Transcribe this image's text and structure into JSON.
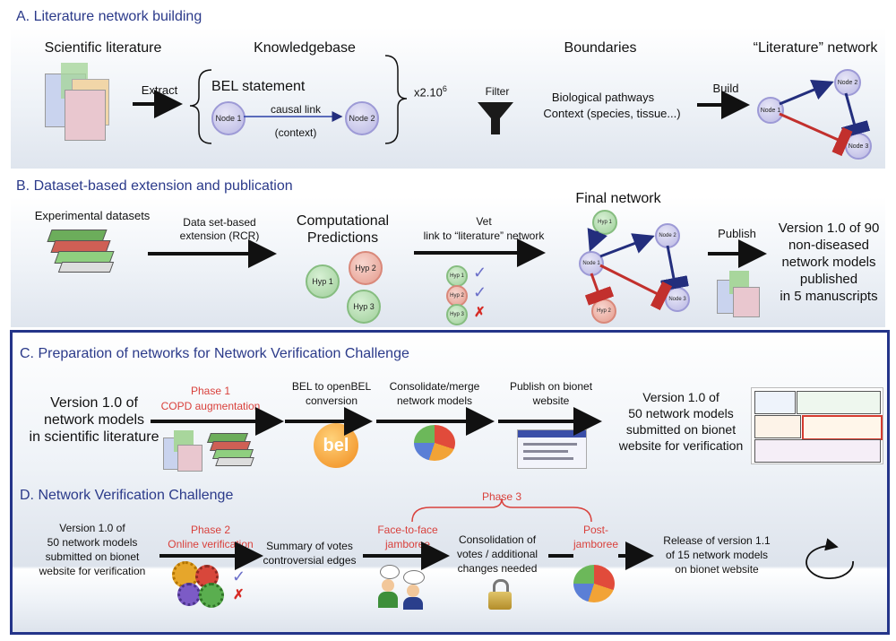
{
  "panelA": {
    "title": "A. Literature network building",
    "sci_lit": "Scientific literature",
    "extract": "Extract",
    "knowledgebase": "Knowledgebase",
    "bel_statement": "BEL statement",
    "node1": "Node 1",
    "node2": "Node 2",
    "causal_link": "causal link",
    "context": "(context)",
    "multiplier": "x2.10",
    "multiplier_exp": "6",
    "filter": "Filter",
    "boundaries": "Boundaries",
    "bio_pathways": "Biological pathways",
    "context_species": "Context (species, tissue...)",
    "build": "Build",
    "lit_network": "“Literature” network",
    "net_nodes": [
      "Node 1",
      "Node 2",
      "Node 3"
    ]
  },
  "panelB": {
    "title": "B. Dataset-based extension and publication",
    "exp_datasets": "Experimental datasets",
    "ext_line1": "Data set-based",
    "ext_line2": "extension (RCR)",
    "comp_line1": "Computational",
    "comp_line2": "Predictions",
    "hyps": [
      "Hyp 1",
      "Hyp 2",
      "Hyp 3"
    ],
    "vet": "Vet",
    "vet_line2": "link to “literature” network",
    "final_network": "Final network",
    "final_nodes": [
      "Hyp 1",
      "Node 2",
      "Node 1",
      "Node 3",
      "Hyp 2"
    ],
    "publish": "Publish",
    "version_lines": [
      "Version 1.0 of 90",
      "non-diseased",
      "network models",
      "published",
      "in 5 manuscripts"
    ]
  },
  "panelC": {
    "title": "C. Preparation of networks for Network Verification Challenge",
    "version_lines": [
      "Version 1.0 of",
      "network models",
      "in scientific literature"
    ],
    "phase1": "Phase 1",
    "copd": "COPD augmentation",
    "bel_convert": [
      "BEL to openBEL",
      "conversion"
    ],
    "bel_logo": "bel",
    "consolidate": [
      "Consolidate/merge",
      "network models"
    ],
    "publish_bionet": [
      "Publish on bionet",
      "website"
    ],
    "version_out": [
      "Version 1.0 of",
      "50 network models",
      "submitted on bionet",
      "website for verification"
    ]
  },
  "panelD": {
    "title": "D. Network Verification Challenge",
    "version_lines": [
      "Version 1.0 of",
      "50 network models",
      "submitted on bionet",
      "website for verification"
    ],
    "phase2": "Phase 2",
    "online_ver": "Online verification",
    "summary": [
      "Summary of votes",
      "controversial edges"
    ],
    "phase3": "Phase 3",
    "face": [
      "Face-to-face",
      "jamboree"
    ],
    "consolidation": [
      "Consolidation of",
      "votes / additional",
      "changes needed"
    ],
    "post": [
      "Post-",
      "jamboree"
    ],
    "release": [
      "Release of version 1.1",
      "of 15 network models",
      "on bionet website"
    ]
  },
  "colors": {
    "accent": "#2b3a8a",
    "red": "#d9413c",
    "arrow_blue": "#232e7d",
    "arrow_red": "#c2302d"
  }
}
